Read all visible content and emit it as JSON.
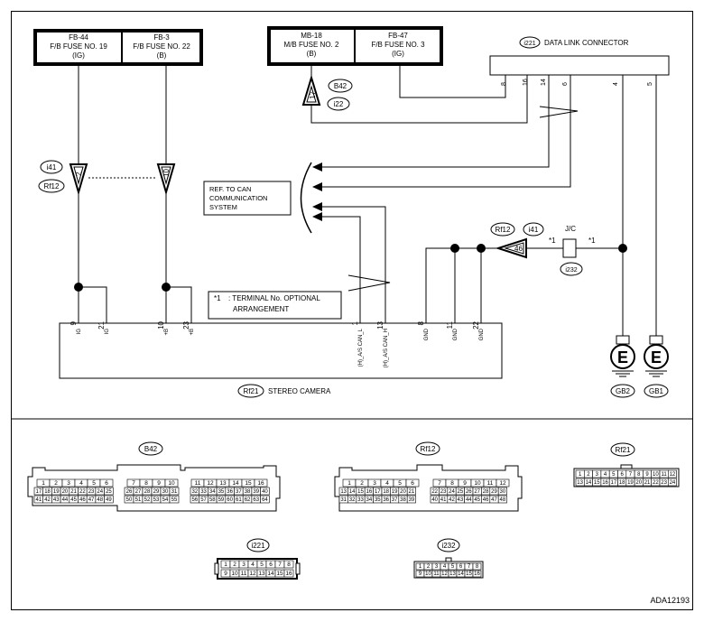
{
  "fuses": [
    {
      "id": "FB-44",
      "name": "F/B FUSE NO. 19",
      "circuit": "(IG)"
    },
    {
      "id": "FB-3",
      "name": "F/B FUSE NO. 22",
      "circuit": "(B)"
    },
    {
      "id": "MB-18",
      "name": "M/B FUSE NO. 2",
      "circuit": "(B)"
    },
    {
      "id": "FB-47",
      "name": "F/B FUSE NO. 3",
      "circuit": "(IG)"
    }
  ],
  "dlc": {
    "ref": "i221",
    "label": "DATA LINK CONNECTOR",
    "pins": [
      "8",
      "16",
      "14",
      "6",
      "4",
      "5"
    ]
  },
  "left_conn": {
    "pins": [
      "2",
      "10"
    ],
    "refs": [
      "i41",
      "Rf12"
    ]
  },
  "mb_conn": {
    "pin": "17",
    "refs": [
      "B42",
      "i22"
    ]
  },
  "can_note": [
    "REF. TO CAN",
    "COMMUNICATION",
    "SYSTEM"
  ],
  "jc": {
    "label": "J/C",
    "ref": "i232",
    "pin": "46",
    "refs": [
      "Rf12",
      "i41"
    ],
    "mark": "*1"
  },
  "note": {
    "mark": "*1",
    "line1": ": TERMINAL No. OPTIONAL",
    "line2": "ARRANGEMENT"
  },
  "camera": {
    "ref": "Rf21",
    "label": "STEREO CAMERA",
    "pins": [
      {
        "num": "9",
        "label": "IG"
      },
      {
        "num": "21",
        "label": "IG"
      },
      {
        "num": "10",
        "label": "+B"
      },
      {
        "num": "23",
        "label": "+B"
      },
      {
        "num": "1",
        "label": "(H)_A/S CAN_L"
      },
      {
        "num": "13",
        "label": "(H)_A/S CAN_H"
      },
      {
        "num": "8",
        "label": "GND"
      },
      {
        "num": "11",
        "label": "GND"
      },
      {
        "num": "22",
        "label": "GND"
      }
    ]
  },
  "grounds": [
    {
      "symbol": "E",
      "ref": "GB2"
    },
    {
      "symbol": "E",
      "ref": "GB1"
    }
  ],
  "connectors": {
    "b42": {
      "title": "B42",
      "g1r1": [
        "1",
        "2",
        "3",
        "4",
        "5",
        "6"
      ],
      "g1r2": [
        "17",
        "18",
        "19",
        "20",
        "21",
        "22",
        "23",
        "24",
        "25"
      ],
      "g1r3": [
        "41",
        "42",
        "43",
        "44",
        "45",
        "46",
        "47",
        "48",
        "49"
      ],
      "g2r1": [
        "7",
        "8",
        "9",
        "10"
      ],
      "g2r2": [
        "26",
        "27",
        "28",
        "29",
        "30",
        "31"
      ],
      "g2r3": [
        "50",
        "51",
        "52",
        "53",
        "54",
        "55"
      ],
      "g3r1": [
        "11",
        "12",
        "13",
        "14",
        "15",
        "16"
      ],
      "g3r2": [
        "32",
        "33",
        "34",
        "35",
        "36",
        "37",
        "38",
        "39",
        "40"
      ],
      "g3r3": [
        "56",
        "57",
        "58",
        "59",
        "60",
        "61",
        "62",
        "63",
        "64"
      ]
    },
    "rf12": {
      "title": "Rf12",
      "g1r1": [
        "1",
        "2",
        "3",
        "4",
        "5",
        "6"
      ],
      "g1r2": [
        "13",
        "14",
        "15",
        "16",
        "17",
        "18",
        "19",
        "20",
        "21"
      ],
      "g1r3": [
        "31",
        "32",
        "33",
        "34",
        "35",
        "36",
        "37",
        "38",
        "39"
      ],
      "g2r1": [
        "7",
        "8",
        "9",
        "10",
        "11",
        "12"
      ],
      "g2r2": [
        "22",
        "23",
        "24",
        "25",
        "26",
        "27",
        "28",
        "29",
        "30"
      ],
      "g2r3": [
        "40",
        "41",
        "42",
        "43",
        "44",
        "45",
        "46",
        "47",
        "48"
      ]
    },
    "rf21": {
      "title": "Rf21",
      "r1": [
        "1",
        "2",
        "3",
        "4",
        "5",
        "6",
        "7",
        "8",
        "9",
        "10",
        "11",
        "12"
      ],
      "r2": [
        "13",
        "14",
        "15",
        "16",
        "17",
        "18",
        "19",
        "20",
        "21",
        "22",
        "23",
        "24"
      ]
    },
    "i221": {
      "title": "i221",
      "r1": [
        "1",
        "2",
        "3",
        "4",
        "5",
        "6",
        "7",
        "8"
      ],
      "r2": [
        "9",
        "10",
        "11",
        "12",
        "13",
        "14",
        "15",
        "16"
      ]
    },
    "i232": {
      "title": "i232",
      "r1": [
        "1",
        "2",
        "3",
        "4",
        "5",
        "6",
        "7",
        "8"
      ],
      "r2": [
        "9",
        "10",
        "11",
        "12",
        "13",
        "14",
        "15",
        "16"
      ]
    }
  },
  "figure_id": "ADA12193"
}
